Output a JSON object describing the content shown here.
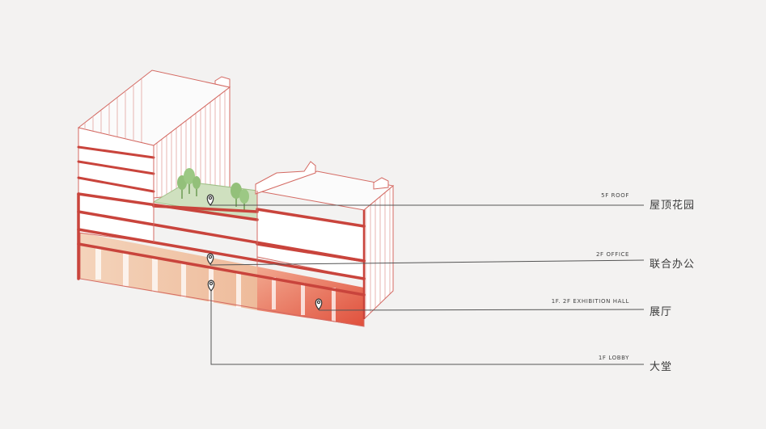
{
  "colors": {
    "background": "#f3f2f1",
    "floor_slab": "#c9443c",
    "outline": "#d46a63",
    "roof_garden": "#cfe0bf",
    "tree": "#93c07a",
    "lobby_fill": "#f2c9ad",
    "exhibition_fill": "#e6654f",
    "leader_line": "#555555"
  },
  "icons": [
    "map-pin-icon",
    "tree-icon"
  ],
  "callouts": [
    {
      "id": "roof",
      "en": "5F ROOF",
      "cn": "屋顶花园"
    },
    {
      "id": "office",
      "en": "2F OFFICE",
      "cn": "联合办公"
    },
    {
      "id": "exhibition",
      "en": "1F. 2F EXHIBITION HALL",
      "cn": "展厅"
    },
    {
      "id": "lobby",
      "en": "1F LOBBY",
      "cn": "大堂"
    }
  ]
}
